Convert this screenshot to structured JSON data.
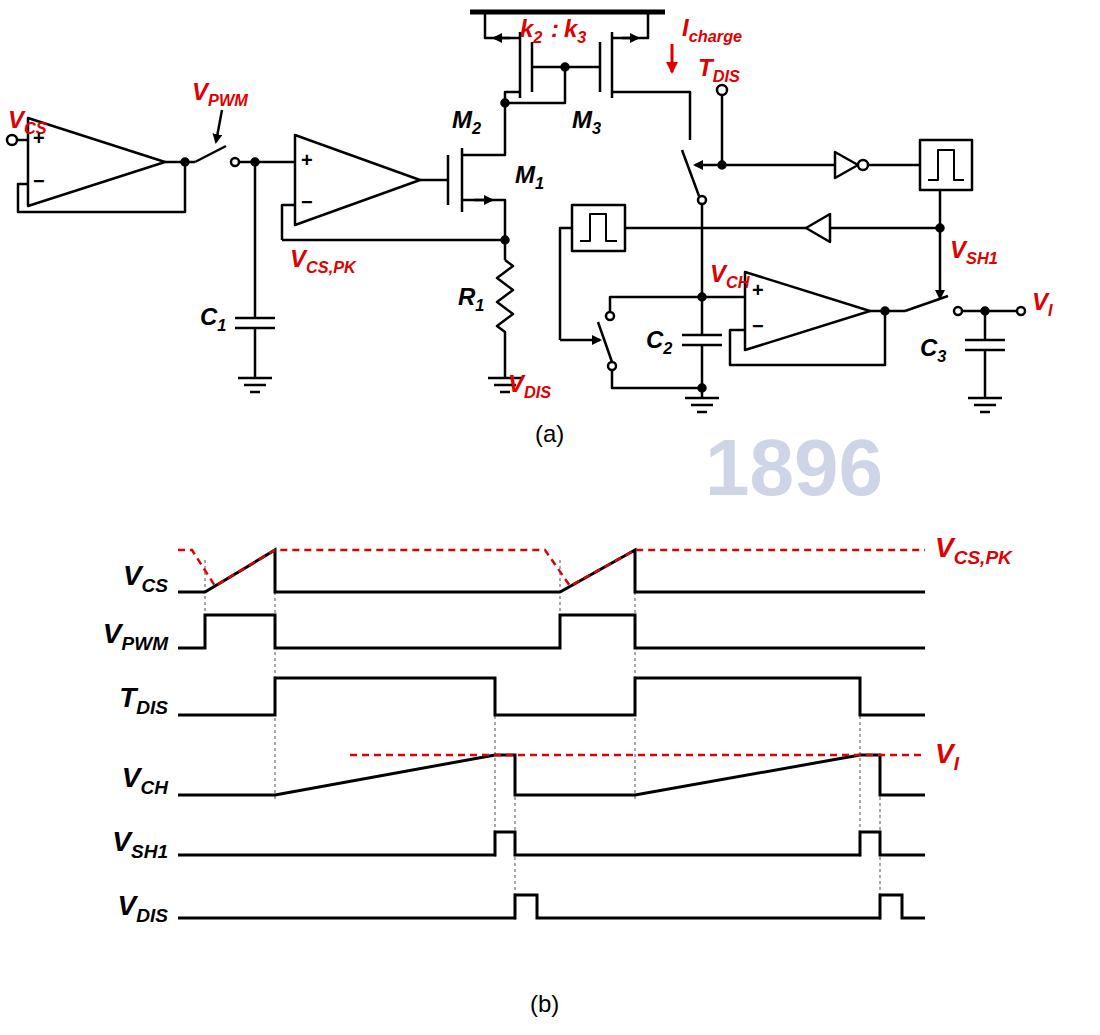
{
  "diagram": {
    "labels": [
      "VCS",
      "+",
      "−",
      "VPWM",
      "+",
      "−",
      "VCS,PK",
      "C1",
      "M1",
      "R1",
      "M2",
      "k2",
      ":",
      "k3",
      "M3",
      "Icharge",
      "TDIS",
      "VCH",
      "+",
      "−",
      "VSH1",
      "VI",
      "C2",
      "VDIS",
      "C3",
      "(a)",
      "1896",
      "VCS",
      "VCS,PK",
      "VPWM",
      "TDIS",
      "VCH",
      "VI",
      "VSH1",
      "VDIS",
      "(b)"
    ]
  }
}
